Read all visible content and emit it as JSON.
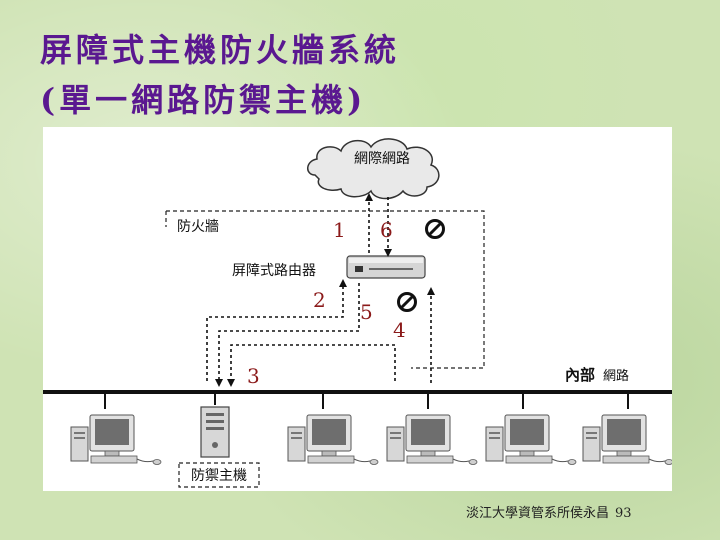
{
  "slide": {
    "title_line1": "屏障式主機防火牆系統",
    "title_line2": "(單一網路防禦主機)",
    "footer_text": "淡江大學資管系所侯永昌",
    "page_number": "93"
  },
  "diagram": {
    "internet_label": "網際網路",
    "firewall_label": "防火牆",
    "router_label": "屏障式路由器",
    "internal_label_bold": "內部",
    "internal_label": "網路",
    "bastion_label": "防禦主機",
    "flow_1": "1",
    "flow_2": "2",
    "flow_3": "3",
    "flow_4": "4",
    "flow_5": "5",
    "flow_6": "6",
    "blocked_icon": "no-entry-icon",
    "colors": {
      "title": "#5a1890",
      "flow_numbers": "#8b1a1a",
      "network_line": "#111111"
    }
  }
}
